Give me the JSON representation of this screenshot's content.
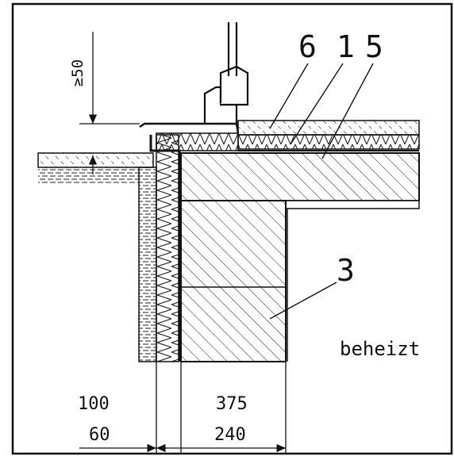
{
  "labels": {
    "min_height": "≥50",
    "callout_6": "6",
    "callout_1": "1",
    "callout_5": "5",
    "callout_3": "3",
    "room": "beheizt"
  },
  "dimensions": {
    "row1_left": "100",
    "row1_right": "375",
    "row2_left": "60",
    "row2_right": "240"
  }
}
